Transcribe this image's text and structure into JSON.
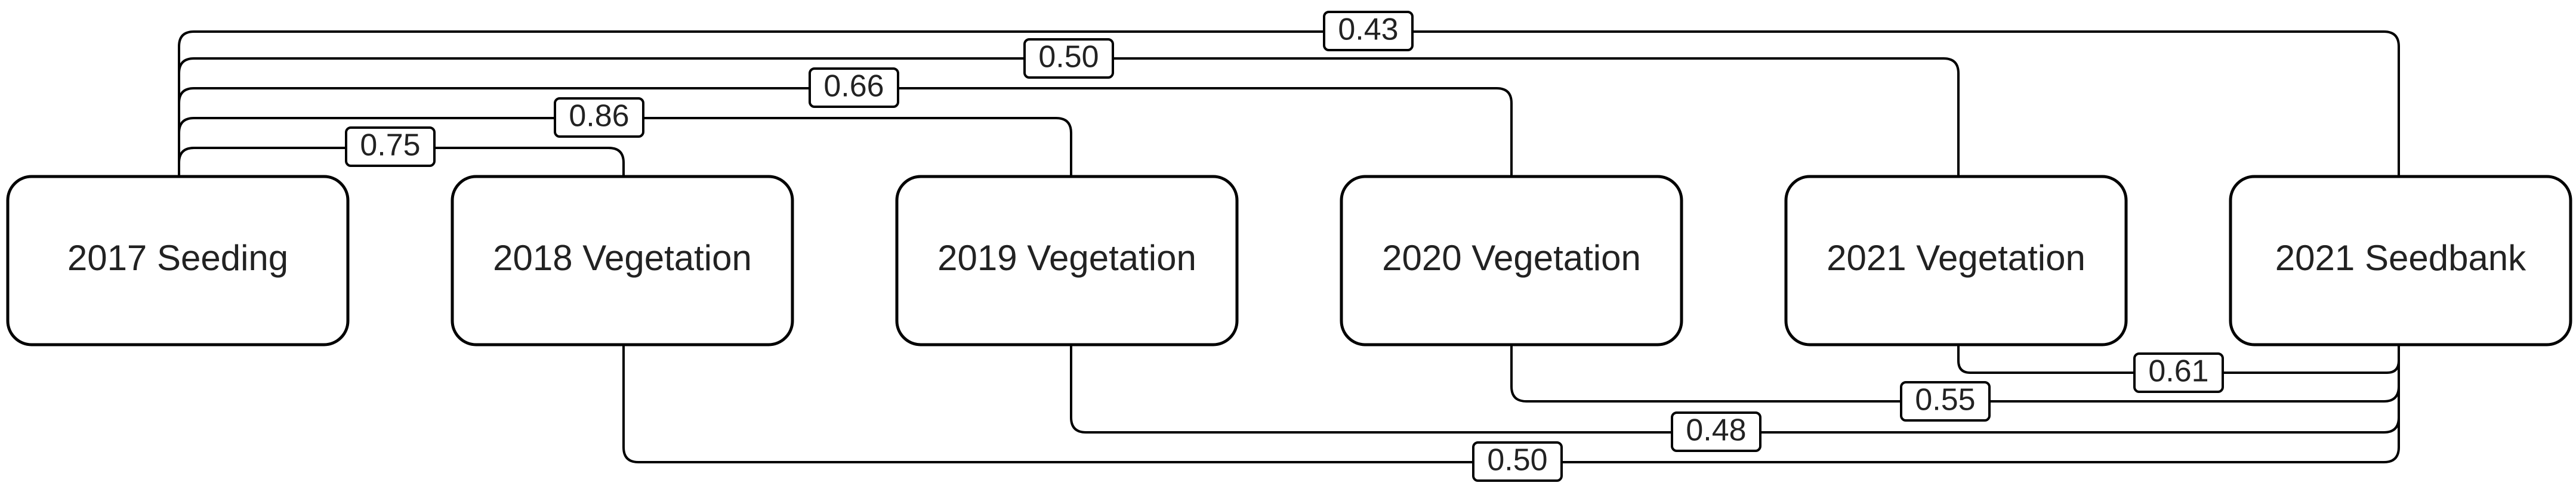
{
  "nodes": [
    {
      "id": "n2017seed",
      "label": "2017 Seeding"
    },
    {
      "id": "n2018veg",
      "label": "2018 Vegetation"
    },
    {
      "id": "n2019veg",
      "label": "2019 Vegetation"
    },
    {
      "id": "n2020veg",
      "label": "2020 Vegetation"
    },
    {
      "id": "n2021veg",
      "label": "2021 Vegetation"
    },
    {
      "id": "n2021bank",
      "label": "2021 Seedbank"
    }
  ],
  "edges": [
    {
      "from": "2017 Seeding",
      "to": "2018 Vegetation",
      "value": "0.75"
    },
    {
      "from": "2017 Seeding",
      "to": "2019 Vegetation",
      "value": "0.86"
    },
    {
      "from": "2017 Seeding",
      "to": "2020 Vegetation",
      "value": "0.66"
    },
    {
      "from": "2017 Seeding",
      "to": "2021 Vegetation",
      "value": "0.50"
    },
    {
      "from": "2017 Seeding",
      "to": "2021 Seedbank",
      "value": "0.43"
    },
    {
      "from": "2021 Vegetation",
      "to": "2021 Seedbank",
      "value": "0.61"
    },
    {
      "from": "2020 Vegetation",
      "to": "2021 Seedbank",
      "value": "0.55"
    },
    {
      "from": "2019 Vegetation",
      "to": "2021 Seedbank",
      "value": "0.48"
    },
    {
      "from": "2018 Vegetation",
      "to": "2021 Seedbank",
      "value": "0.50"
    }
  ]
}
